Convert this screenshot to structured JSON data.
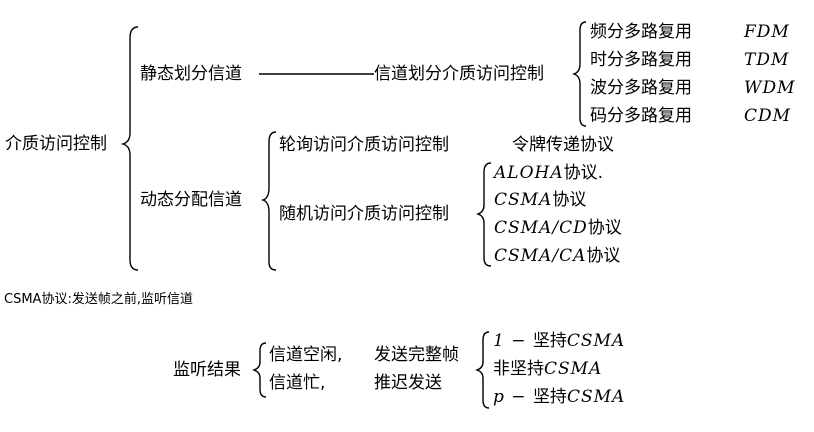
{
  "tree": {
    "root": "介质访问控制",
    "static_channel": {
      "label": "静态划分信道",
      "child": "信道划分介质访问控制",
      "methods": [
        {
          "name": "频分多路复用",
          "abbr": "FDM"
        },
        {
          "name": "时分多路复用",
          "abbr": "TDM"
        },
        {
          "name": "波分多路复用",
          "abbr": "WDM"
        },
        {
          "name": "码分多路复用",
          "abbr": "CDM"
        }
      ]
    },
    "dynamic_channel": {
      "label": "动态分配信道",
      "polling": {
        "label": "轮询访问介质访问控制",
        "protocol": "令牌传递协议"
      },
      "random": {
        "label": "随机访问介质访问控制",
        "protocols": [
          {
            "math": "ALOHA",
            "suffix": "协议."
          },
          {
            "math": "CSMA",
            "suffix": "协议"
          },
          {
            "math": "CSMA/CD",
            "suffix": "协议"
          },
          {
            "math": "CSMA/CA",
            "suffix": "协议"
          }
        ]
      }
    }
  },
  "note": "CSMA协议:发送帧之前,监听信道",
  "listen": {
    "label": "监听结果",
    "results": [
      {
        "state": "信道空闲,",
        "action": "发送完整帧"
      },
      {
        "state": "信道忙,",
        "action": "推迟发送"
      }
    ],
    "variants": [
      {
        "prefix": "1 − ",
        "zh": "坚持",
        "math": "CSMA"
      },
      {
        "prefix": "",
        "zh": "非坚持",
        "math": "CSMA"
      },
      {
        "prefix": "p − ",
        "zh": "坚持",
        "math": "CSMA"
      }
    ]
  }
}
